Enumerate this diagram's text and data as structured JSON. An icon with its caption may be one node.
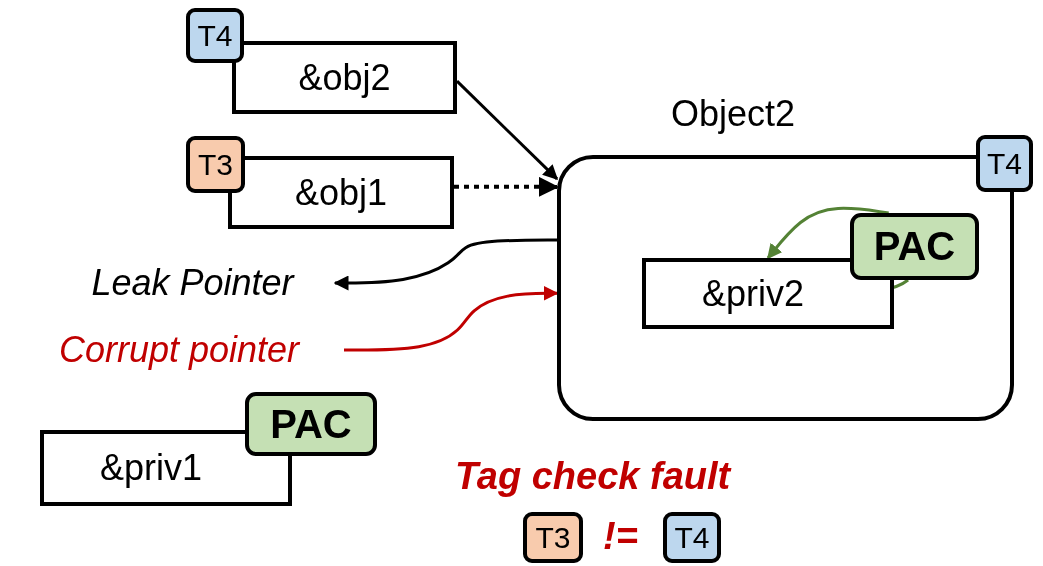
{
  "diagram": {
    "nodes": [
      {
        "text": [
          "T4"
        ]
      },
      {
        "text": [
          "&obj2"
        ]
      },
      {
        "text": [
          "T3"
        ]
      },
      {
        "text": [
          "&obj1"
        ]
      },
      {
        "text": [
          "Object2"
        ]
      },
      {
        "text": [
          "T4"
        ]
      },
      {
        "text": [
          "&priv2"
        ],
        "in": 4
      },
      {
        "text": [
          "PAC"
        ],
        "in": 4
      },
      {
        "text": [
          "Leak Pointer"
        ]
      },
      {
        "text": [
          "Corrupt pointer"
        ]
      },
      {
        "text": [
          "&priv1"
        ]
      },
      {
        "text": [
          "PAC"
        ]
      },
      {
        "text": [
          "T3"
        ]
      },
      {
        "text": [
          "T4"
        ]
      }
    ],
    "edges": [
      {
        "from": 1,
        "to": 4,
        "arrow": "to"
      },
      {
        "from": 3,
        "to": 4,
        "arrow": "to",
        "style": "dashed"
      },
      {
        "from": 4,
        "to": 8,
        "arrow": "to"
      },
      {
        "from": 9,
        "to": 4,
        "arrow": "to",
        "color": "#c00000"
      },
      {
        "from": 7,
        "to": 6,
        "arrow": "to",
        "color": "#548235"
      }
    ],
    "labels": [
      "Tag check fault",
      "!="
    ]
  }
}
